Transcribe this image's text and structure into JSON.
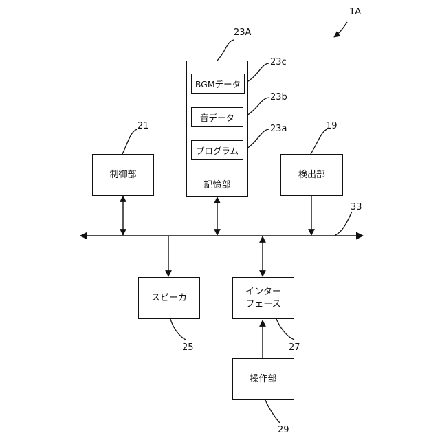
{
  "figure_ref": "1A",
  "blocks": {
    "control": {
      "label": "制御部",
      "ref": "21"
    },
    "storage": {
      "label": "記憶部",
      "ref": "23A"
    },
    "bgm_data": {
      "label": "BGMデータ",
      "ref": "23c"
    },
    "sound_data": {
      "label": "音データ",
      "ref": "23b"
    },
    "program": {
      "label": "プログラム",
      "ref": "23a"
    },
    "detector": {
      "label": "検出部",
      "ref": "19"
    },
    "bus": {
      "ref": "33"
    },
    "speaker": {
      "label": "スピーカ",
      "ref": "25"
    },
    "interface": {
      "label_line1": "インター",
      "label_line2": "フェース",
      "ref": "27"
    },
    "operation": {
      "label": "操作部",
      "ref": "29"
    }
  }
}
